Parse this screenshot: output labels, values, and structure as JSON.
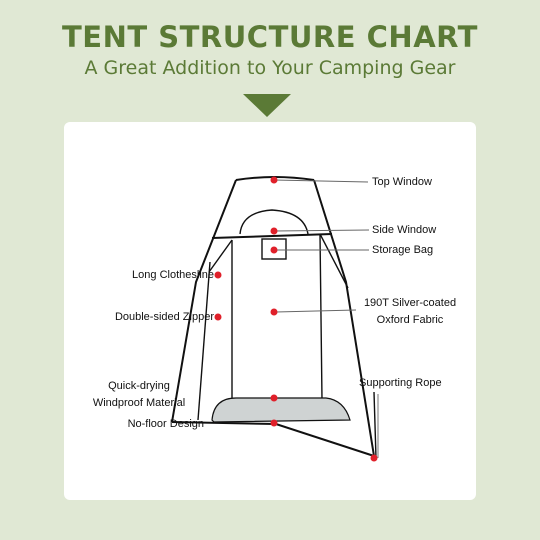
{
  "header": {
    "title": "TENT STRUCTURE CHART",
    "subtitle": "A Great Addition to Your Camping Gear"
  },
  "colors": {
    "background": "#e0e8d4",
    "accent": "#5b7a36",
    "marker": "#e0202a",
    "outline": "#111111"
  },
  "labels": {
    "top_window": "Top Window",
    "side_window": "Side Window",
    "storage_bag": "Storage Bag",
    "long_clothesline": "Long Clothesline",
    "fabric_line1": "190T Silver-coated",
    "fabric_line2": "Oxford Fabric",
    "zipper": "Double-sided Zipper",
    "rope": "Supporting Rope",
    "windproof_line1": "Quick-drying",
    "windproof_line2": "Windproof Material",
    "no_floor": "No-floor Design"
  }
}
